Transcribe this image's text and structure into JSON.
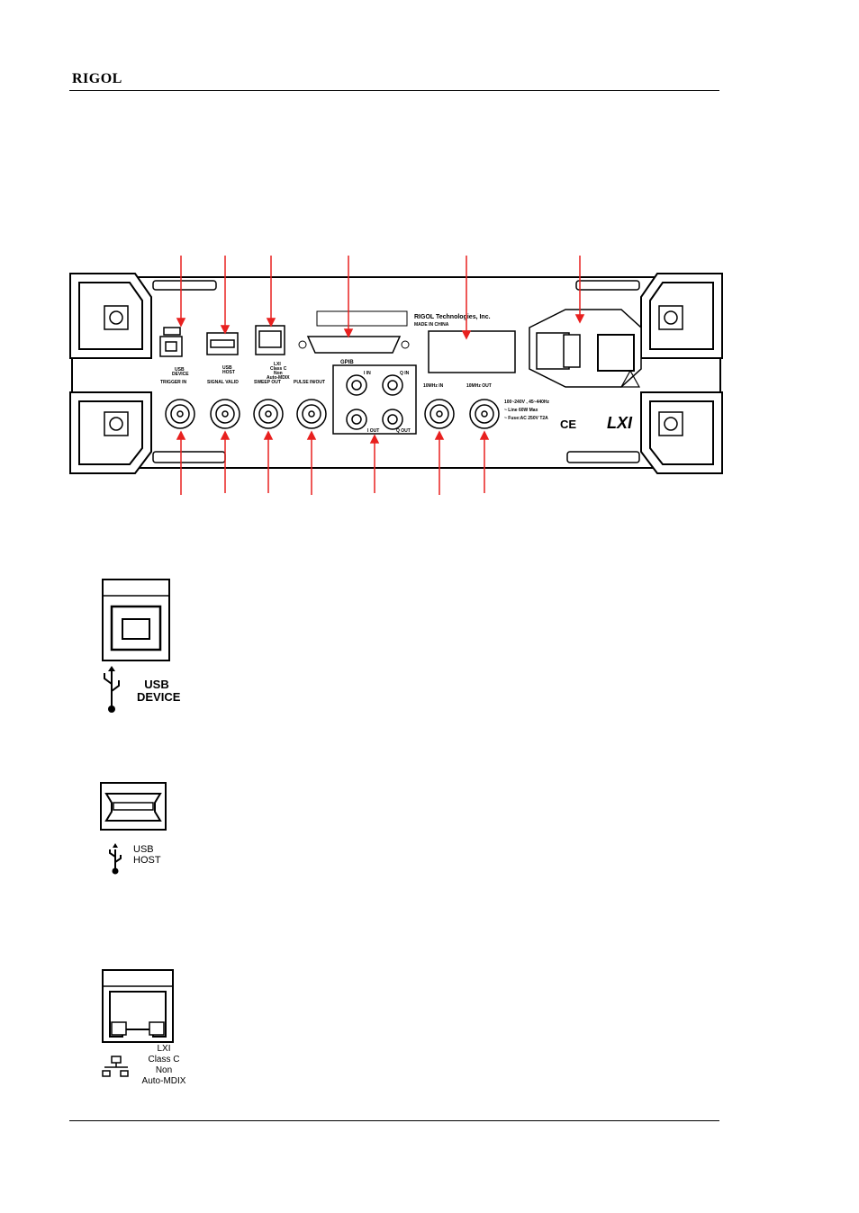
{
  "header": {
    "brand": "RIGOL"
  },
  "rear_panel": {
    "company": "RIGOL Technologies, Inc.",
    "made_in": "MADE IN CHINA",
    "usb_device": [
      "USB",
      "DEVICE"
    ],
    "usb_host": [
      "USB",
      "HOST"
    ],
    "lan": [
      "LXI",
      "Class C",
      "Non",
      "Auto-MDIX"
    ],
    "gpib": "GPIB",
    "connectors": {
      "trigger_in": "TRIGGER  IN",
      "signal_valid": "SIGNAL VALID",
      "sweep_out": "SWEEP  OUT",
      "pulse_in_out": "PULSE  IN/OUT",
      "i_in": "I IN",
      "q_in": "Q IN",
      "i_out": "I OUT",
      "q_out": "Q OUT",
      "ref_in": "10MHz  IN",
      "ref_out": "10MHz  OUT"
    },
    "power_rating": [
      "100~240V , 45~440Hz",
      "~ Line 60W Max",
      "~ Fuse:AC 250V T2A"
    ],
    "marks": [
      "CE",
      "LXI"
    ]
  },
  "ports": {
    "usb_device": [
      "USB",
      "DEVICE"
    ],
    "usb_host": [
      "USB",
      "HOST"
    ],
    "lan": [
      "LXI",
      "Class C",
      "Non",
      "Auto-MDIX"
    ]
  },
  "colors": {
    "callout": "#e8201f",
    "ink": "#000000"
  }
}
